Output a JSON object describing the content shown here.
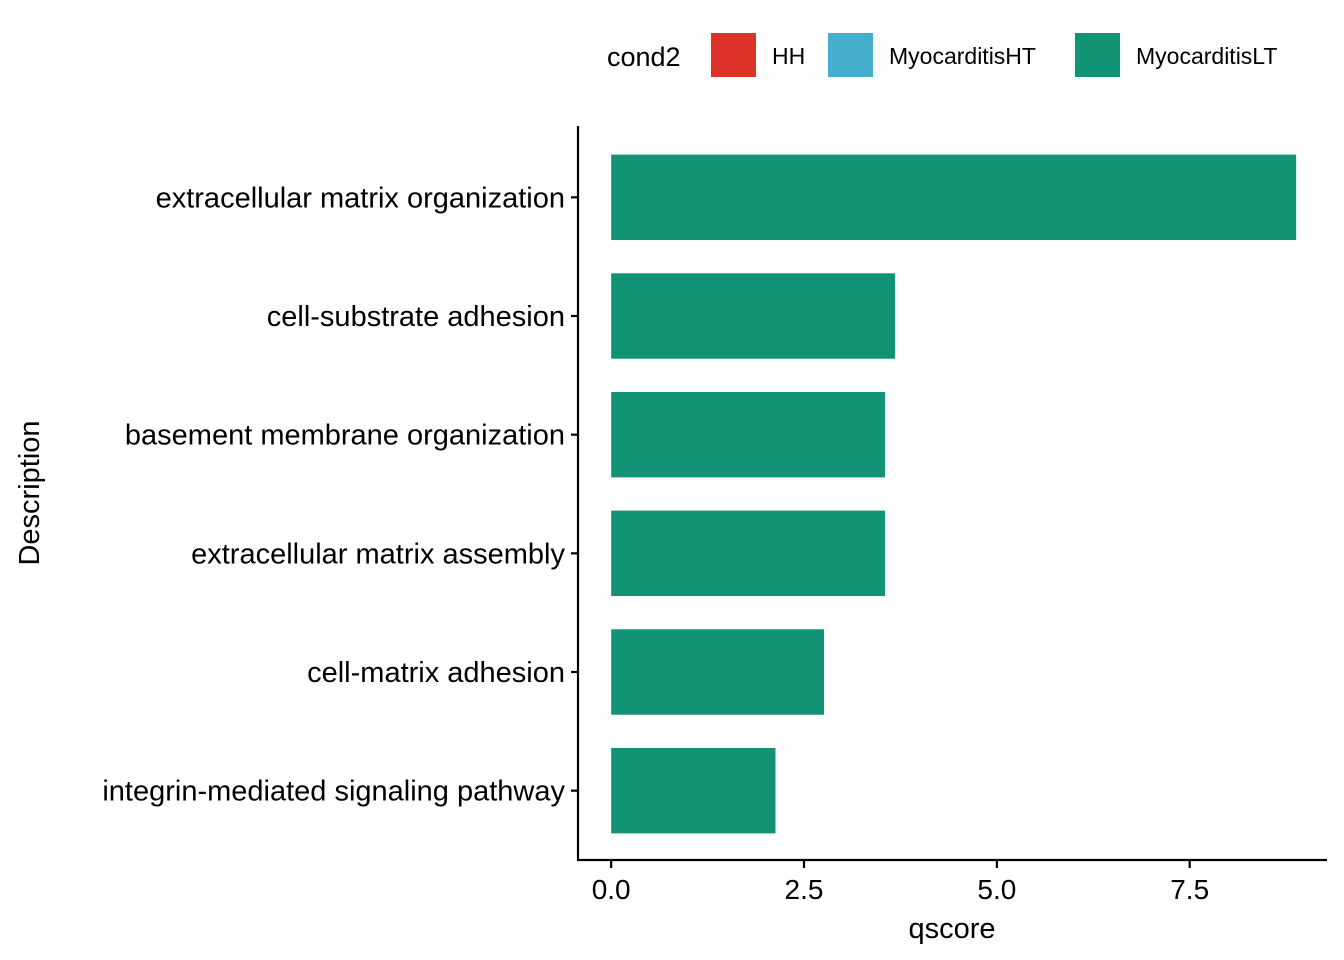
{
  "chart_data": {
    "type": "bar",
    "orientation": "horizontal",
    "categories": [
      "extracellular matrix organization",
      "cell-substrate adhesion",
      "basement membrane organization",
      "extracellular matrix assembly",
      "cell-matrix adhesion",
      "integrin-mediated signaling pathway"
    ],
    "series": [
      {
        "name": "MyocarditisLT",
        "values": [
          8.88,
          3.68,
          3.55,
          3.55,
          2.76,
          2.13
        ]
      }
    ],
    "xlabel": "qscore",
    "ylabel": "Description",
    "xlim": [
      -0.43,
      9.28
    ],
    "xticks": [
      0,
      2.5,
      5,
      7.5
    ],
    "xtick_labels": [
      "0.0",
      "2.5",
      "5.0",
      "7.5"
    ],
    "grid": false,
    "legend": {
      "title": "cond2",
      "position": "top",
      "entries": [
        {
          "label": "HH",
          "color": "#DC3227"
        },
        {
          "label": "MyocarditisHT",
          "color": "#45AECC"
        },
        {
          "label": "MyocarditisLT",
          "color": "#139376"
        }
      ]
    },
    "bar_color": "#139376"
  }
}
